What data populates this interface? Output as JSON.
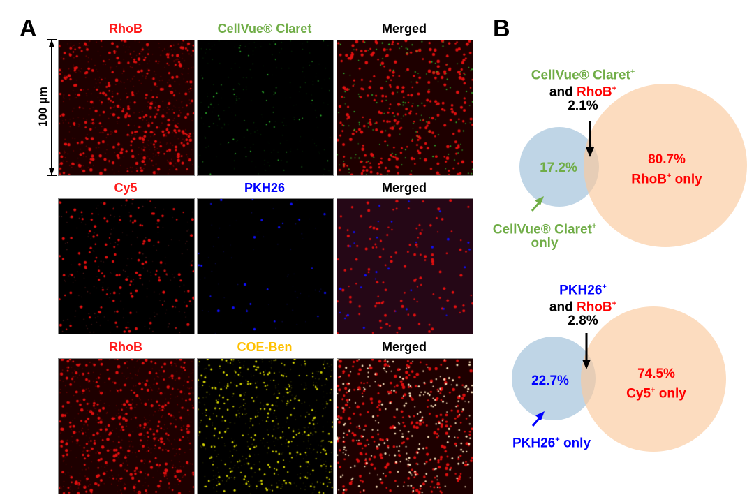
{
  "panel_a": {
    "letter": "A",
    "scale_bar": "100 µm",
    "rows": [
      {
        "labels": [
          "RhoB",
          "CellVue® Claret",
          "Merged"
        ],
        "label_colors": [
          "#ff1a1a",
          "#70ad47",
          "#000000"
        ],
        "channels": [
          "red",
          "green",
          "merged-rg"
        ]
      },
      {
        "labels": [
          "Cy5",
          "PKH26",
          "Merged"
        ],
        "label_colors": [
          "#ff1a1a",
          "#0000ff",
          "#000000"
        ],
        "channels": [
          "red-sparse",
          "blue",
          "merged-rb"
        ]
      },
      {
        "labels": [
          "RhoB",
          "COE-Ben",
          "Merged"
        ],
        "label_colors": [
          "#ff1a1a",
          "#ffc000",
          "#000000"
        ],
        "channels": [
          "red",
          "yellow",
          "merged-ry"
        ]
      }
    ]
  },
  "panel_b": {
    "letter": "B",
    "venn1": {
      "overlap_title_1": "CellVue® Claret",
      "overlap_and": "and",
      "overlap_title_2": "RhoB",
      "plus": "+",
      "overlap_value": "2.1%",
      "left_value": "17.2%",
      "right_value": "80.7%",
      "right_label": "RhoB",
      "only": "only",
      "left_label_1": "CellVue® Claret",
      "left_label_2": "only"
    },
    "venn2": {
      "overlap_title_1": "PKH26",
      "overlap_and": "and",
      "overlap_title_2": "RhoB",
      "plus": "+",
      "overlap_value": "2.8%",
      "left_value": "22.7%",
      "right_value": "74.5%",
      "right_label": "Cy5",
      "only": "only",
      "left_label_1": "PKH26",
      "left_label_2": "only"
    },
    "colors": {
      "left_circle": "#9dbfd9",
      "right_circle": "#fbc99c",
      "green": "#70ad47",
      "blue": "#0000ff",
      "red": "#ff0000"
    }
  }
}
